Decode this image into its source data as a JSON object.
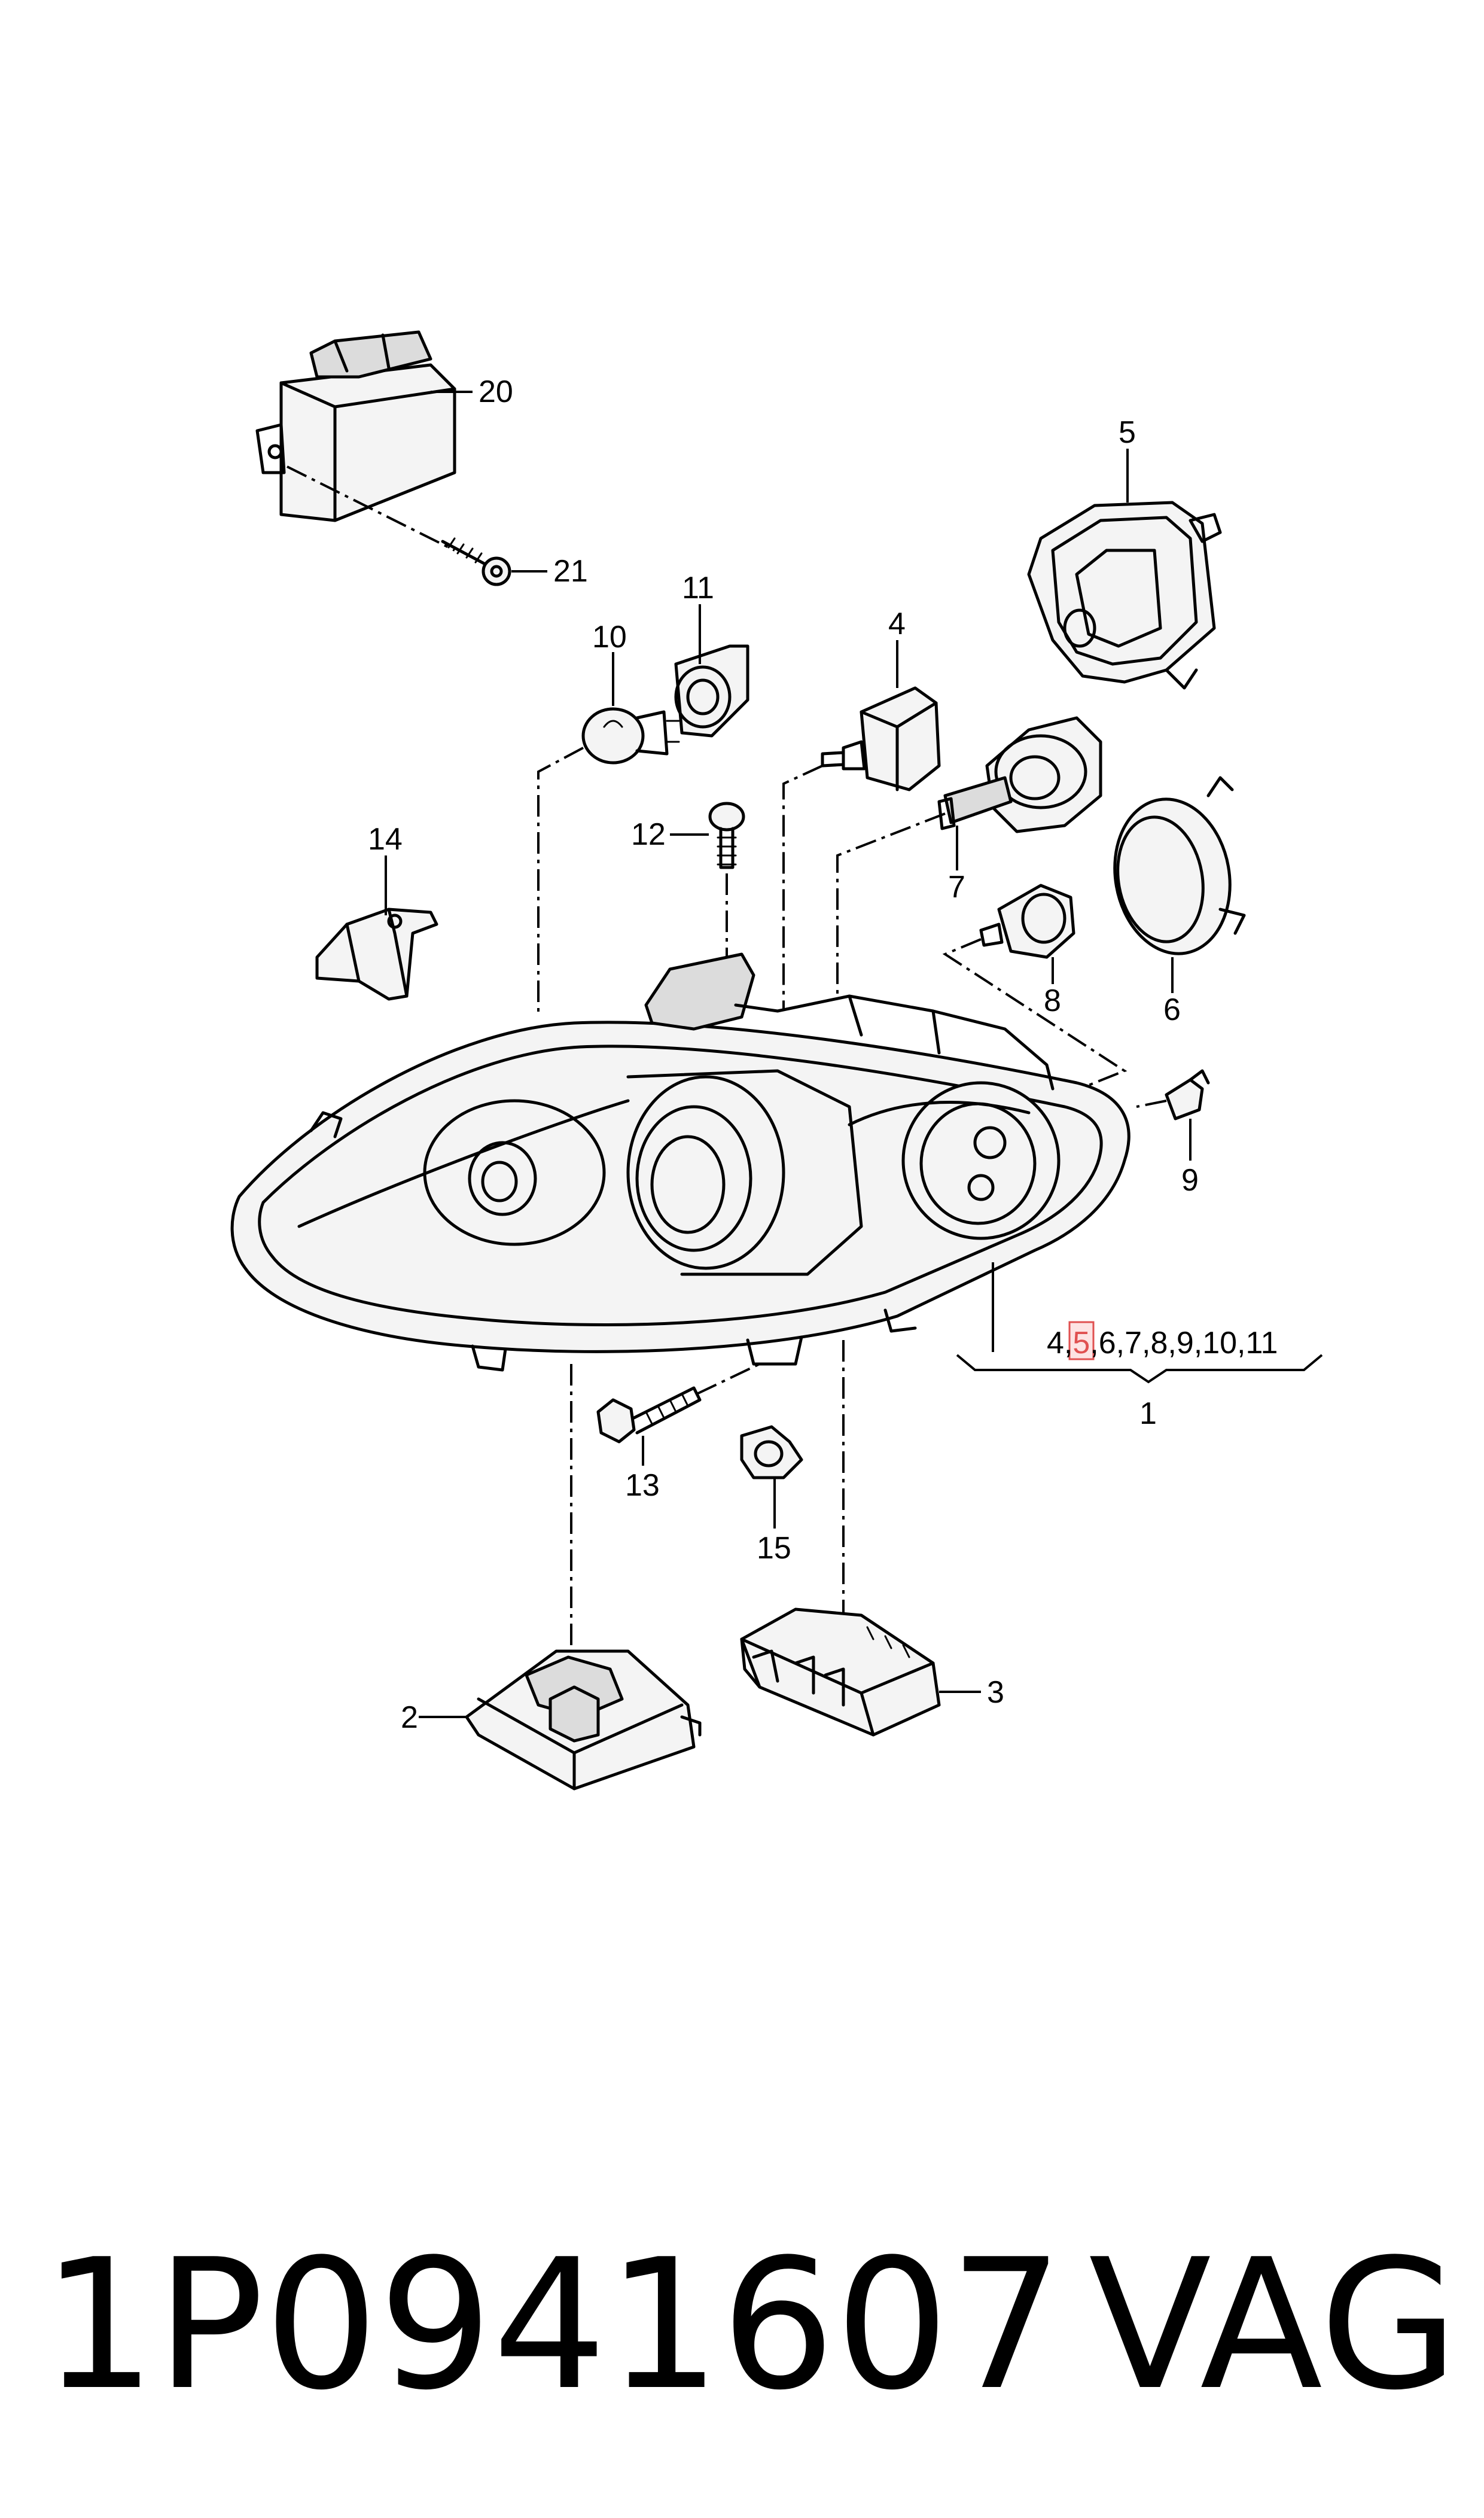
{
  "diagram": {
    "callouts": {
      "c1": "1",
      "c2": "2",
      "c3": "3",
      "c4": "4",
      "c5": "5",
      "c6": "6",
      "c7": "7",
      "c8": "8",
      "c9": "9",
      "c10": "10",
      "c11": "11",
      "c12": "12",
      "c13": "13",
      "c14": "14",
      "c15": "15",
      "c20": "20",
      "c21": "21"
    },
    "assembly_list": {
      "prefix": "4,",
      "highlighted": "5",
      "suffix": ",6,7,8,9,10,11"
    }
  },
  "caption": {
    "part_number": "1P0941607",
    "brand": "VAG"
  },
  "colors": {
    "line": "#000000",
    "highlight_fill": "#fde3e3",
    "highlight_stroke": "#e05050"
  }
}
